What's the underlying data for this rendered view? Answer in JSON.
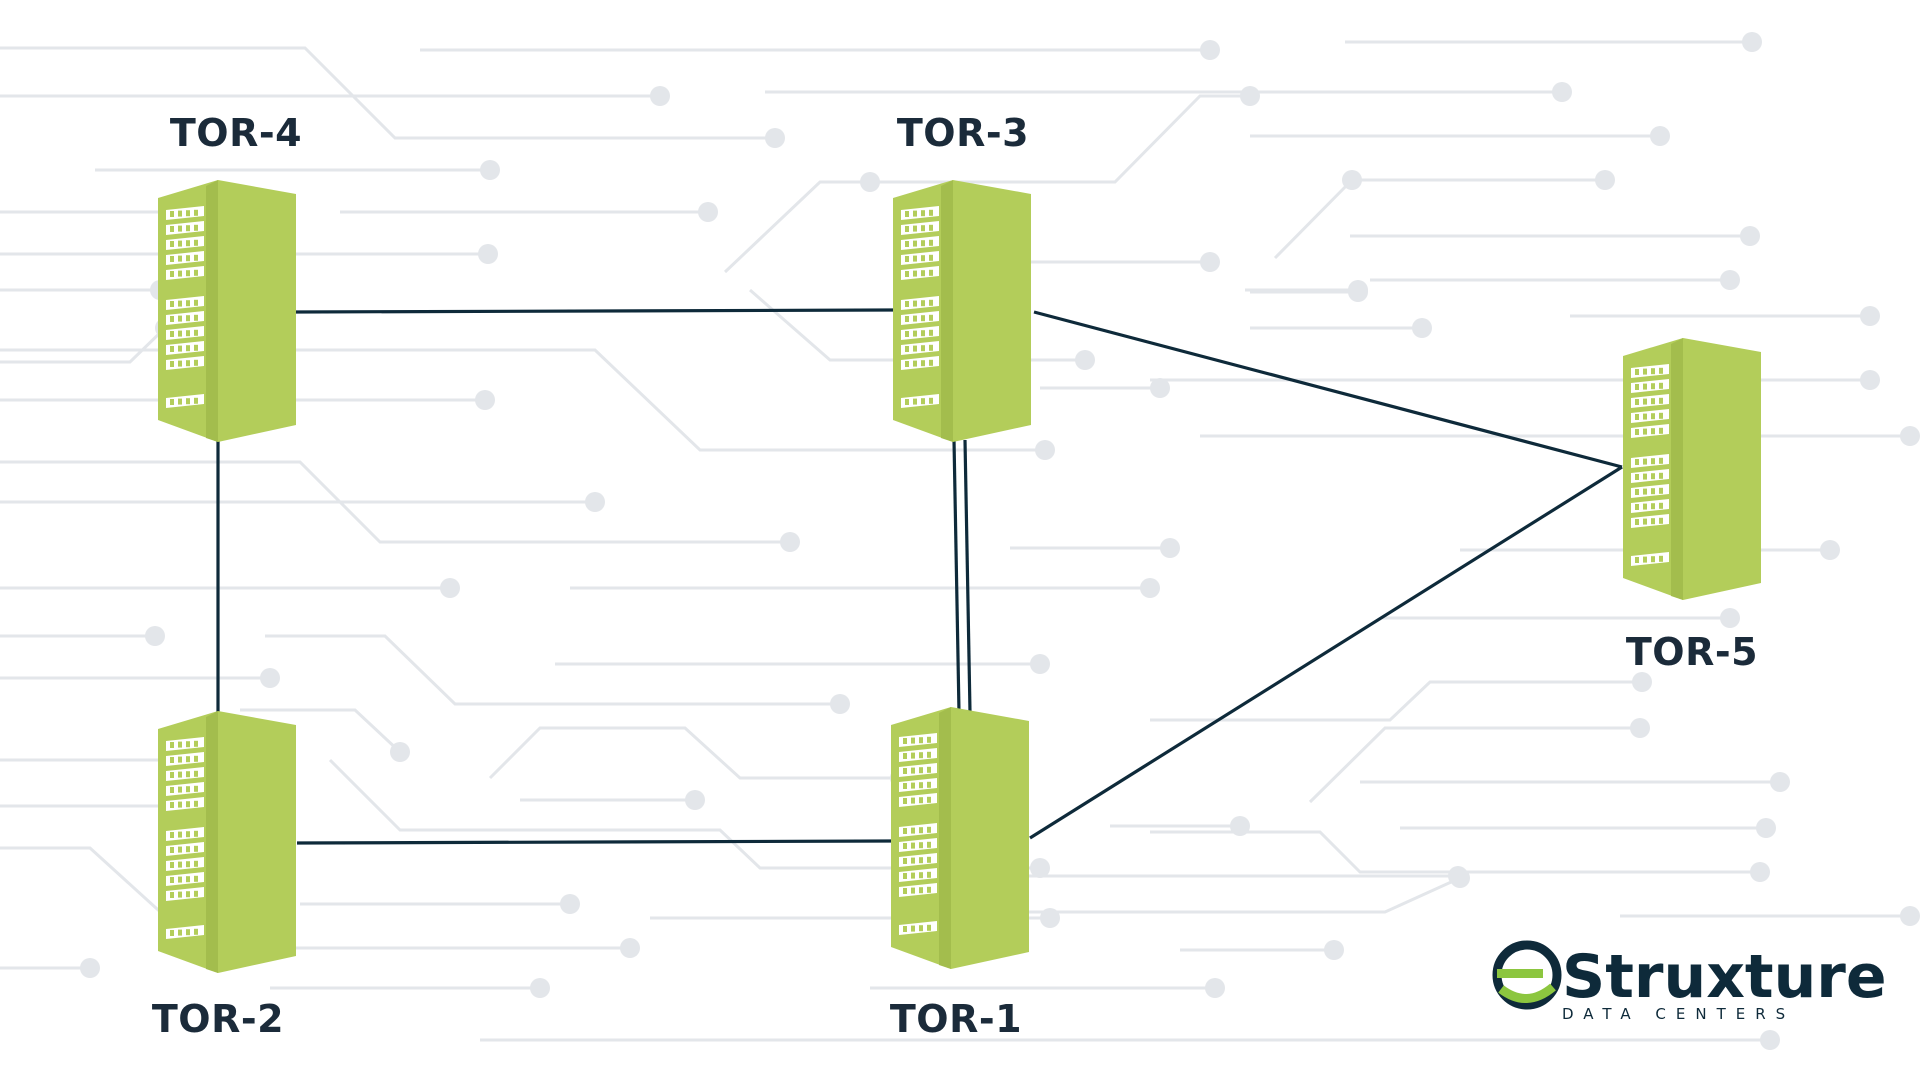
{
  "colors": {
    "server": "#b3cd5a",
    "server_detail": "#ffffff",
    "link": "#0e2a3a",
    "trace": "#e3e6ea",
    "label": "#1b2b3a",
    "logo_green": "#8cc63f",
    "logo_dark": "#0e2a3a"
  },
  "nodes": [
    {
      "id": "tor4",
      "label": "TOR-4",
      "icon": "server-rack-icon"
    },
    {
      "id": "tor3",
      "label": "TOR-3",
      "icon": "server-rack-icon"
    },
    {
      "id": "tor5",
      "label": "TOR-5",
      "icon": "server-rack-icon"
    },
    {
      "id": "tor2",
      "label": "TOR-2",
      "icon": "server-rack-icon"
    },
    {
      "id": "tor1",
      "label": "TOR-1",
      "icon": "server-rack-icon"
    }
  ],
  "links": [
    {
      "from": "tor4",
      "to": "tor3",
      "style": "single"
    },
    {
      "from": "tor4",
      "to": "tor2",
      "style": "single"
    },
    {
      "from": "tor2",
      "to": "tor1",
      "style": "single"
    },
    {
      "from": "tor3",
      "to": "tor1",
      "style": "double"
    },
    {
      "from": "tor3",
      "to": "tor5",
      "style": "single"
    },
    {
      "from": "tor1",
      "to": "tor5",
      "style": "single"
    }
  ],
  "logo": {
    "name": "Struxture",
    "tagline": "DATA CENTERS",
    "icon": "e-globe-logo-icon"
  }
}
